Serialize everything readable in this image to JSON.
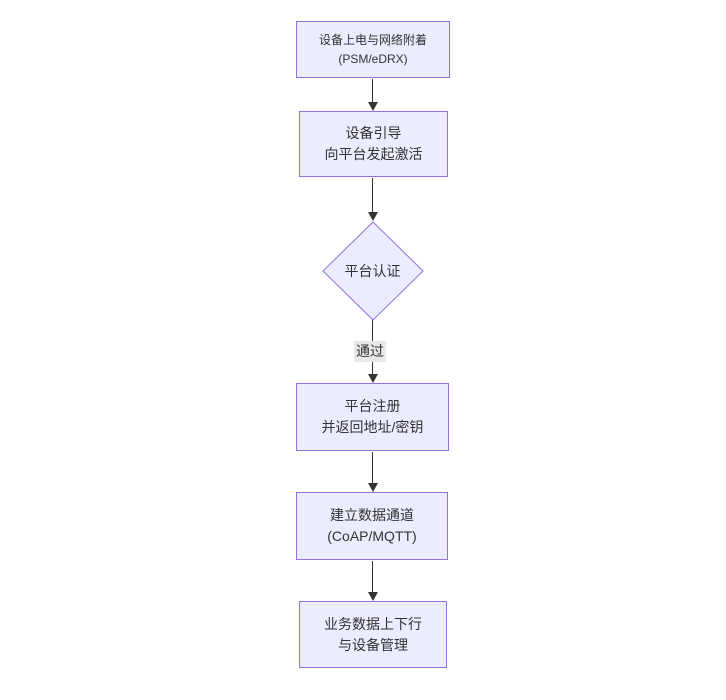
{
  "page": {
    "background": "#ffffff"
  },
  "colors": {
    "page_bg": "#ffffff",
    "node_fill": "#ececff",
    "node_border": "#9370db",
    "edge_line": "#333333",
    "arrowhead": "#333333",
    "edge_label_bg": "#e8e8e8",
    "text": "#333333"
  },
  "flowchart": {
    "type": "vertical-flowchart",
    "nodes": [
      {
        "id": "power-attach",
        "shape": "rect",
        "lines": [
          "设备上电与网络附着",
          "(PSM/eDRX)"
        ]
      },
      {
        "id": "bootstrap",
        "shape": "rect",
        "lines": [
          "设备引导",
          "向平台发起激活"
        ]
      },
      {
        "id": "platform-auth",
        "shape": "diamond",
        "lines": [
          "平台认证"
        ]
      },
      {
        "id": "platform-register",
        "shape": "rect",
        "lines": [
          "平台注册",
          "并返回地址/密钥"
        ]
      },
      {
        "id": "data-channel",
        "shape": "rect",
        "lines": [
          "建立数据通道",
          "(CoAP/MQTT)"
        ]
      },
      {
        "id": "business-data",
        "shape": "rect",
        "lines": [
          "业务数据上下行",
          "与设备管理"
        ]
      }
    ],
    "edges": [
      {
        "from": "power-attach",
        "to": "bootstrap",
        "label": ""
      },
      {
        "from": "bootstrap",
        "to": "platform-auth",
        "label": ""
      },
      {
        "from": "platform-auth",
        "to": "platform-register",
        "label": "通过"
      },
      {
        "from": "platform-register",
        "to": "data-channel",
        "label": ""
      },
      {
        "from": "data-channel",
        "to": "business-data",
        "label": ""
      }
    ]
  }
}
